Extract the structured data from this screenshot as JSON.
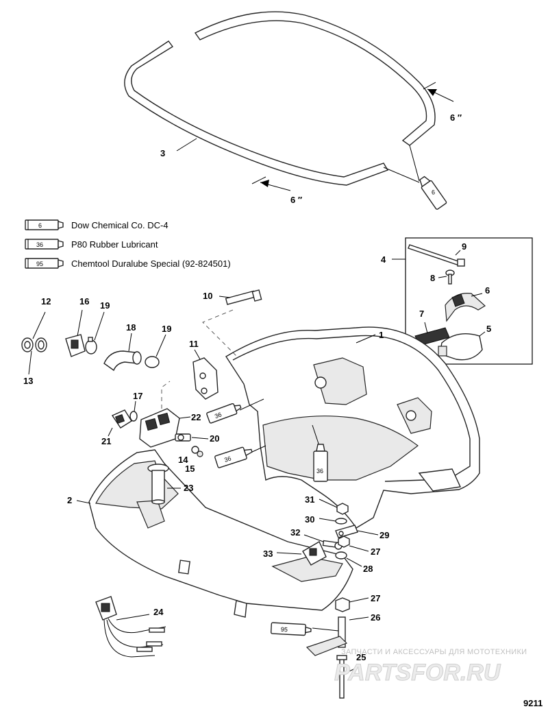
{
  "legend": [
    {
      "code": "6",
      "text": "Dow Chemical Co. DC-4"
    },
    {
      "code": "36",
      "text": "P80 Rubber Lubricant"
    },
    {
      "code": "95",
      "text": "Chemtool Duralube Special (92-824501)"
    }
  ],
  "callouts": {
    "c1": "1",
    "c2": "2",
    "c3": "3",
    "c4": "4",
    "c5": "5",
    "c6": "6",
    "c7": "7",
    "c8": "8",
    "c9": "9",
    "c10": "10",
    "c11": "11",
    "c12": "12",
    "c13": "13",
    "c14": "14",
    "c15": "15",
    "c16": "16",
    "c17": "17",
    "c18": "18",
    "c19a": "19",
    "c19b": "19",
    "c20": "20",
    "c21": "21",
    "c22": "22",
    "c23": "23",
    "c24": "24",
    "c25": "25",
    "c26": "26",
    "c27a": "27",
    "c27b": "27",
    "c28": "28",
    "c29": "29",
    "c30": "30",
    "c31": "31",
    "c32": "32",
    "c33": "33"
  },
  "dimension_labels": {
    "top_right": "6 ″",
    "bottom": "6 ″"
  },
  "tube_labels": {
    "seal_tube": "6",
    "upper_36_a": "36",
    "upper_36_b": "36",
    "vertical_36": "36",
    "bottom_95": "95"
  },
  "watermark": {
    "tagline": "ЗАПЧАСТИ И АКСЕССУАРЫ ДЛЯ МОТОТЕХНИКИ",
    "brand": "PARTSFOR.RU"
  },
  "figure_number": "9211"
}
